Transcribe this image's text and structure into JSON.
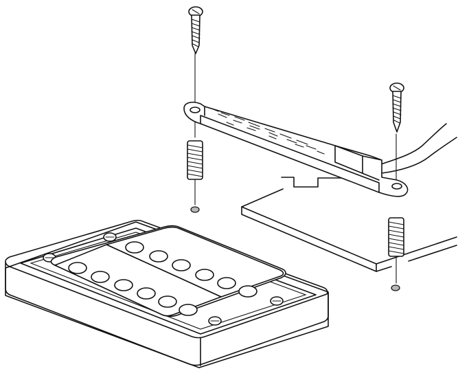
{
  "diagram": {
    "components": [
      "humbucker-pickup",
      "pickup-mounting-ring",
      "height-adjust-screw",
      "height-adjust-spring",
      "pickup-mounting-bracket",
      "pickup-lead-wire",
      "guitar-body-route"
    ],
    "pole_pieces_per_coil": 6,
    "coil_count": 2,
    "ring_screw_count": 4,
    "colors": {
      "line": "#111111",
      "background": "#ffffff",
      "hole_fill": "#b8b8b8"
    }
  }
}
